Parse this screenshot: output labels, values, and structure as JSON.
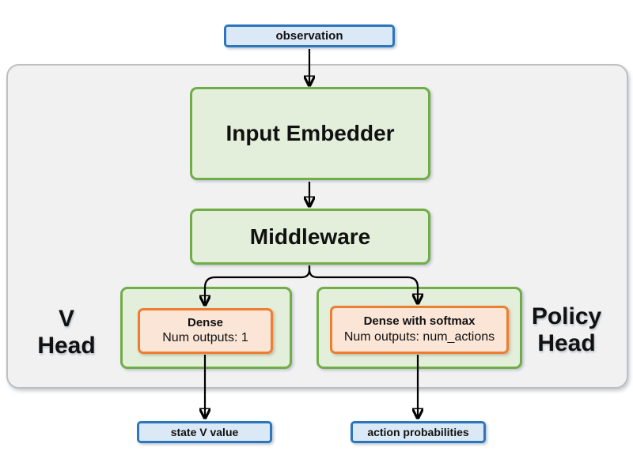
{
  "nodes": {
    "observation": {
      "label": "observation"
    },
    "input_embedder": {
      "label": "Input Embedder"
    },
    "middleware": {
      "label": "Middleware"
    },
    "v_head": {
      "label_line1": "V",
      "label_line2": "Head",
      "dense": {
        "name": "Dense",
        "outputs": "Num outputs: 1"
      }
    },
    "policy_head": {
      "label_line1": "Policy",
      "label_line2": "Head",
      "dense": {
        "name": "Dense with softmax",
        "outputs": "Num outputs: num_actions"
      }
    },
    "state_v_value": {
      "label": "state V value"
    },
    "action_probabilities": {
      "label": "action probabilities"
    }
  },
  "colors": {
    "blue_border": "#2b76bd",
    "blue_fill": "#dbe8f5",
    "green_border": "#70ad47",
    "green_fill": "#e3efda",
    "orange_border": "#ed7d31",
    "orange_fill": "#fbe5d6",
    "container_border": "#bdbfc1",
    "container_fill": "#f1f1f2",
    "arrow": "#000000",
    "text": "#111111"
  }
}
